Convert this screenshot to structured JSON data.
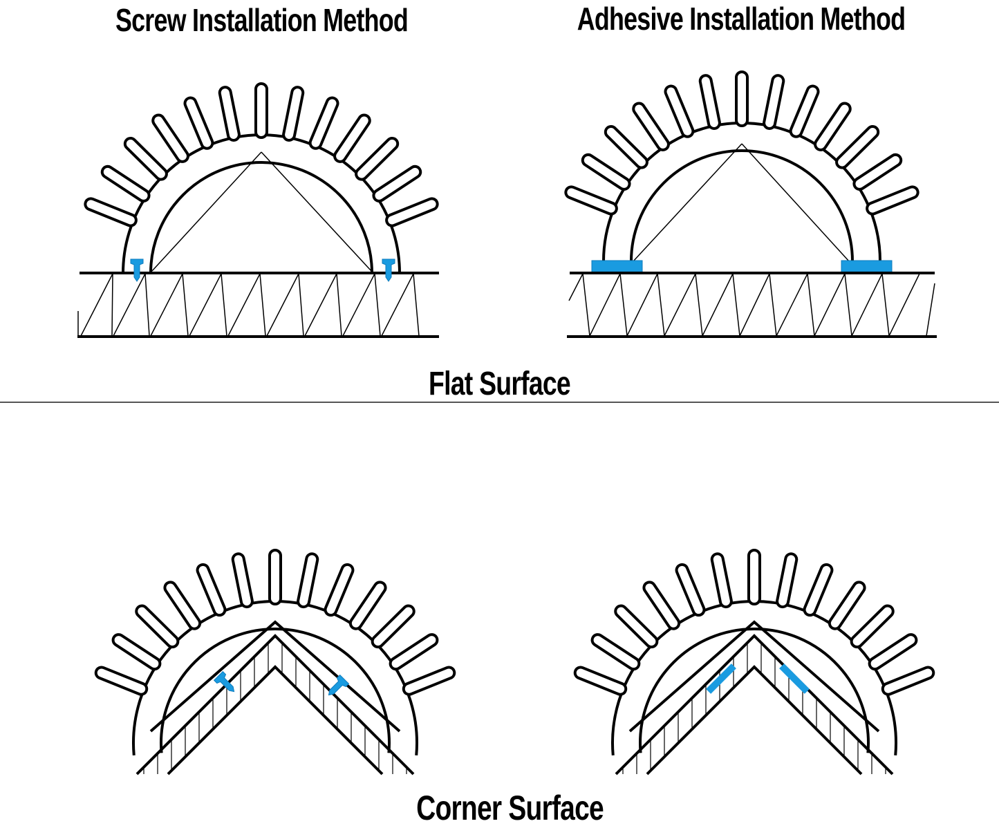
{
  "titles": {
    "screw_method": "Screw Installation Method",
    "adhesive_method": "Adhesive Installation Method",
    "flat_surface": "Flat Surface",
    "corner_surface": "Corner Surface"
  },
  "colors": {
    "accent_blue": "#1a9be0",
    "line": "#000000",
    "background": "#ffffff"
  },
  "panels": [
    {
      "id": "flat-screw",
      "surface": "flat",
      "method": "screw",
      "fastener": "screw"
    },
    {
      "id": "flat-adhesive",
      "surface": "flat",
      "method": "adhesive",
      "fastener": "adhesive-pad"
    },
    {
      "id": "corner-screw",
      "surface": "corner",
      "method": "screw",
      "fastener": "screw"
    },
    {
      "id": "corner-adhesive",
      "surface": "corner",
      "method": "adhesive",
      "fastener": "adhesive-strip"
    }
  ],
  "bristle_count": 13
}
